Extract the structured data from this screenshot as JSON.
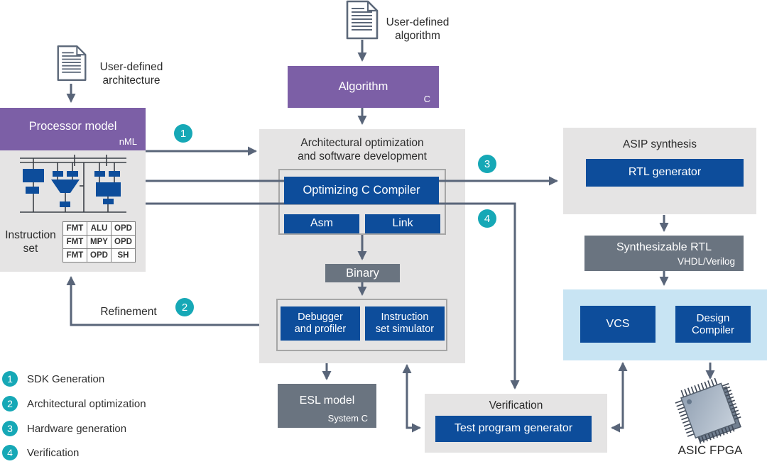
{
  "palette": {
    "purple": "#7c5fa6",
    "dark_blue": "#0d4d9b",
    "slate_box": "#6a7480",
    "light_gray_panel": "#e5e4e4",
    "light_blue_panel": "#c8e4f3",
    "teal_step": "#16a8b6",
    "arrow": "#596579"
  },
  "sources": {
    "algorithm_doc": {
      "icon": "document-icon",
      "label": "User-defined\nalgorithm"
    },
    "architecture_doc": {
      "icon": "document-icon",
      "label": "User-defined\narchitecture"
    }
  },
  "algorithm_box": {
    "title": "Algorithm",
    "tag": "C"
  },
  "processor_model": {
    "title": "Processor model",
    "tag": "nML"
  },
  "instruction_set": {
    "label": "Instruction\nset",
    "table": {
      "rows": [
        [
          "FMT",
          "ALU",
          "OPD"
        ],
        [
          "FMT",
          "MPY",
          "OPD"
        ],
        [
          "FMT",
          "OPD",
          "SH"
        ]
      ]
    }
  },
  "dev_box": {
    "title": "Architectural optimization\nand software development",
    "compiler": "Optimizing C Compiler",
    "asm": "Asm",
    "link": "Link",
    "binary": "Binary",
    "debugger": "Debugger\nand profiler",
    "simulator": "Instruction\nset simulator"
  },
  "esl": {
    "title": "ESL model",
    "tag": "System C"
  },
  "refinement_label": "Refinement",
  "asip_synthesis": {
    "title": "ASIP synthesis",
    "rtl_generator": "RTL generator"
  },
  "synthesizable_rtl": {
    "title": "Synthesizable RTL",
    "tag": "VHDL/Verilog"
  },
  "implementation": {
    "vcs": "VCS",
    "design_compiler": "Design\nCompiler"
  },
  "chip_label": "ASIC FPGA",
  "verification": {
    "title": "Verification",
    "generator": "Test program generator"
  },
  "steps": {
    "s1": "1",
    "s2": "2",
    "s3": "3",
    "s4": "4"
  },
  "legend": {
    "items": [
      {
        "num": "1",
        "label": "SDK Generation"
      },
      {
        "num": "2",
        "label": "Architectural optimization"
      },
      {
        "num": "3",
        "label": "Hardware generation"
      },
      {
        "num": "4",
        "label": "Verification"
      }
    ]
  }
}
